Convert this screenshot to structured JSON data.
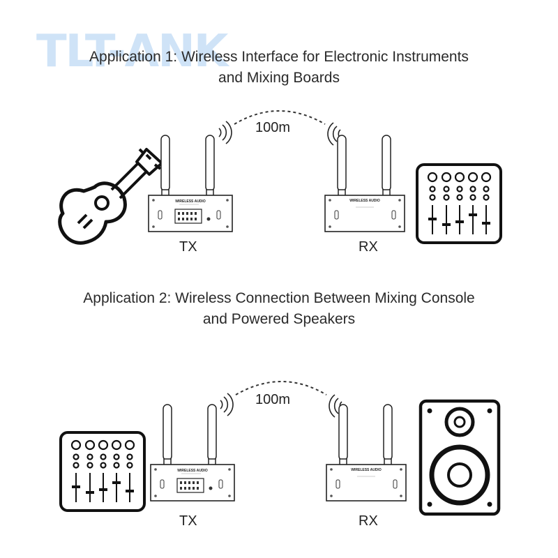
{
  "watermark": {
    "text": "TLT-ANK"
  },
  "application1": {
    "title_line1": "Application 1: Wireless Interface for Electronic Instruments",
    "title_line2": "and Mixing Boards",
    "distance": "100m",
    "tx_label": "TX",
    "rx_label": "RX",
    "source_icon": "acoustic-guitar-icon",
    "destination_icon": "mixing-board-icon"
  },
  "application2": {
    "title_line1": "Application 2: Wireless Connection Between Mixing Console",
    "title_line2": "and Powered Speakers",
    "distance": "100m",
    "tx_label": "TX",
    "rx_label": "RX",
    "source_icon": "mixing-board-icon",
    "destination_icon": "speaker-cabinet-icon"
  },
  "device": {
    "brand_text": "WIRELESS AUDIO"
  }
}
